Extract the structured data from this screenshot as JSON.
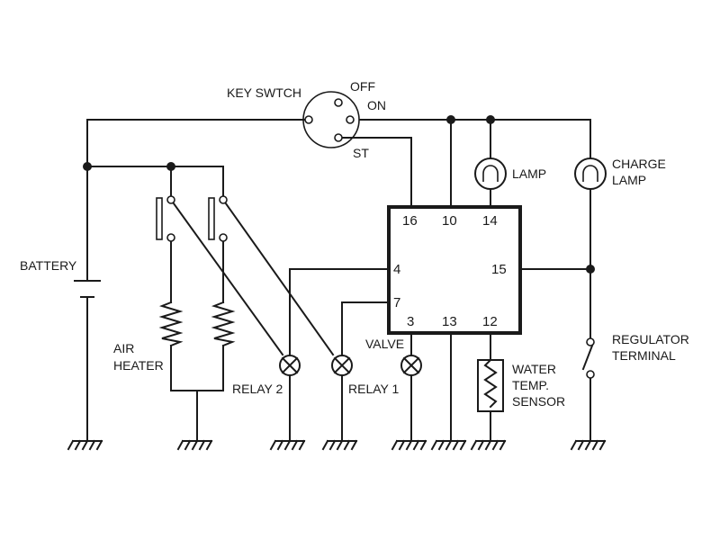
{
  "labels": {
    "key_switch": "KEY SWTCH",
    "off": "OFF",
    "on": "ON",
    "st": "ST",
    "battery": "BATTERY",
    "air": "AIR",
    "heater": "HEATER",
    "relay2": "RELAY 2",
    "relay1": "RELAY 1",
    "valve": "VALVE",
    "lamp": "LAMP",
    "charge": "CHARGE",
    "charge_lamp": "LAMP",
    "water": "WATER",
    "temp": "TEMP.",
    "sensor": "SENSOR",
    "regulator": "REGULATOR",
    "terminal": "TERMINAL"
  },
  "pins": {
    "p16": "16",
    "p10": "10",
    "p14": "14",
    "p4": "4",
    "p15": "15",
    "p7": "7",
    "p3": "3",
    "p13": "13",
    "p12": "12"
  }
}
